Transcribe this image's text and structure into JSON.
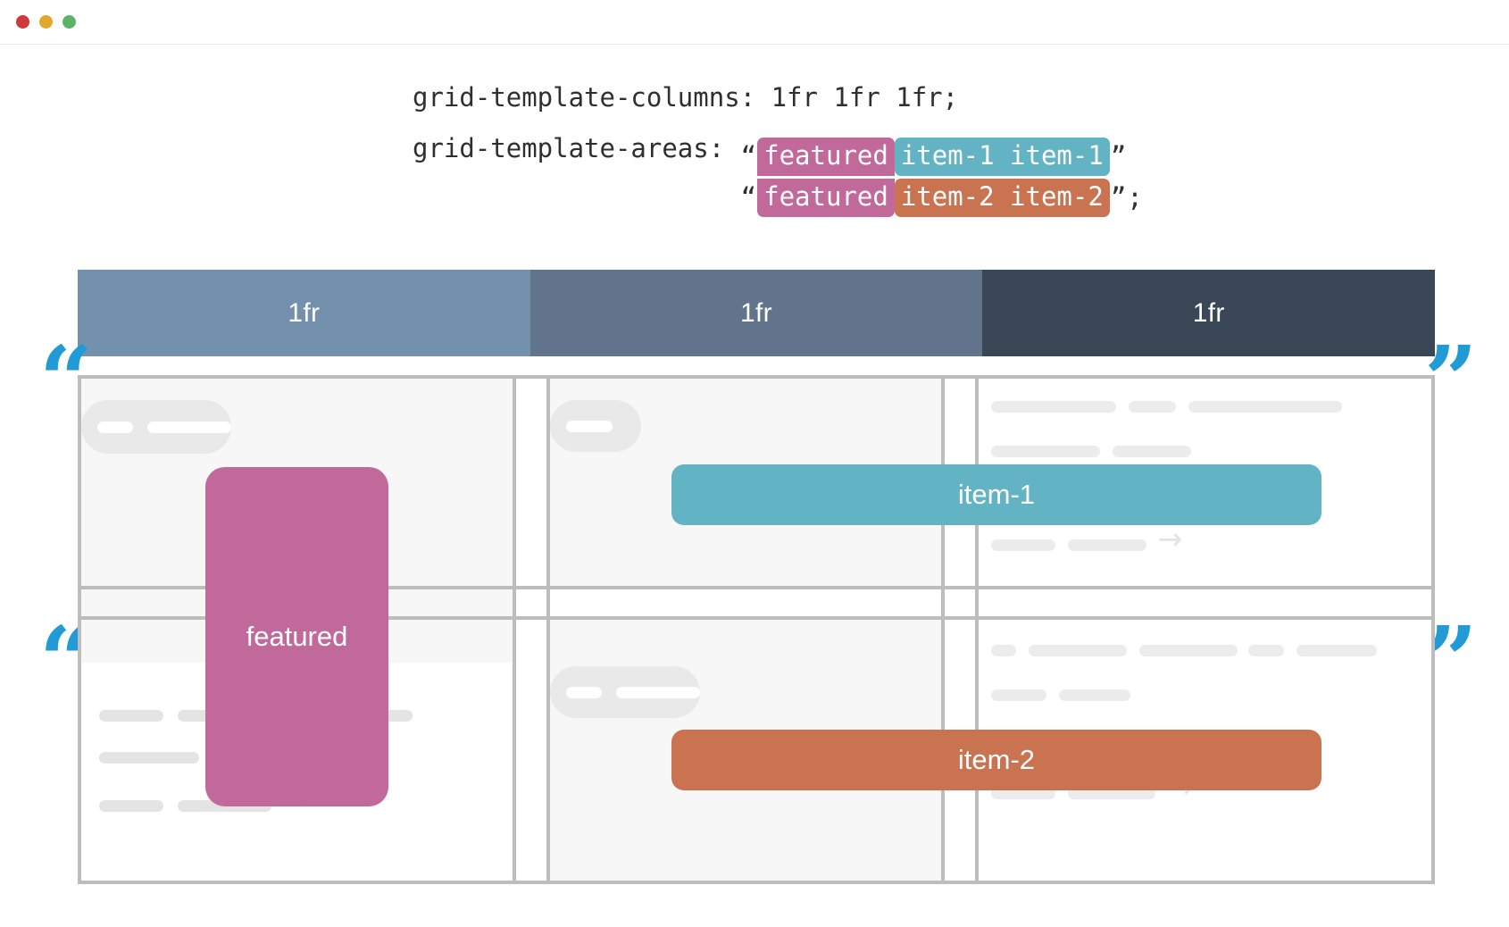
{
  "window": {
    "traffic_lights": [
      {
        "name": "close",
        "color": "#d0383a"
      },
      {
        "name": "minimize",
        "color": "#e0a92a"
      },
      {
        "name": "zoom",
        "color": "#5eb369"
      }
    ]
  },
  "code": {
    "columns_line": "grid-template-columns: 1fr 1fr 1fr;",
    "columns_property": "grid-template-columns:",
    "columns_value": "1fr 1fr 1fr;",
    "areas_property": "grid-template-areas:",
    "open_quote": "“",
    "close_quote": "”",
    "semicolon": ";",
    "rows": [
      {
        "featured": "featured",
        "item": "item-1 item-1",
        "item_color": "#62b3c4"
      },
      {
        "featured": "featured",
        "item": "item-2 item-2",
        "item_color": "#c97350"
      }
    ],
    "featured_color": "#c2699c"
  },
  "column_legend": {
    "cells": [
      {
        "label": "1fr",
        "color": "#7391ac"
      },
      {
        "label": "1fr",
        "color": "#61748c"
      },
      {
        "label": "1fr",
        "color": "#394756"
      }
    ]
  },
  "quote_marks": {
    "open": "“",
    "close": "”",
    "color": "#229ad6"
  },
  "areas": {
    "featured": {
      "label": "featured",
      "color": "#c2699c"
    },
    "item1": {
      "label": "item-1",
      "color": "#62b3c4"
    },
    "item2": {
      "label": "item-2",
      "color": "#c97350"
    }
  },
  "skeleton": {
    "arrow_glyph": "→",
    "placeholder_color": "#e4e4e4",
    "pill_color": "#e9e9e9",
    "shade_color": "#f7f7f7",
    "grid_line_color": "#bdbdbd"
  }
}
